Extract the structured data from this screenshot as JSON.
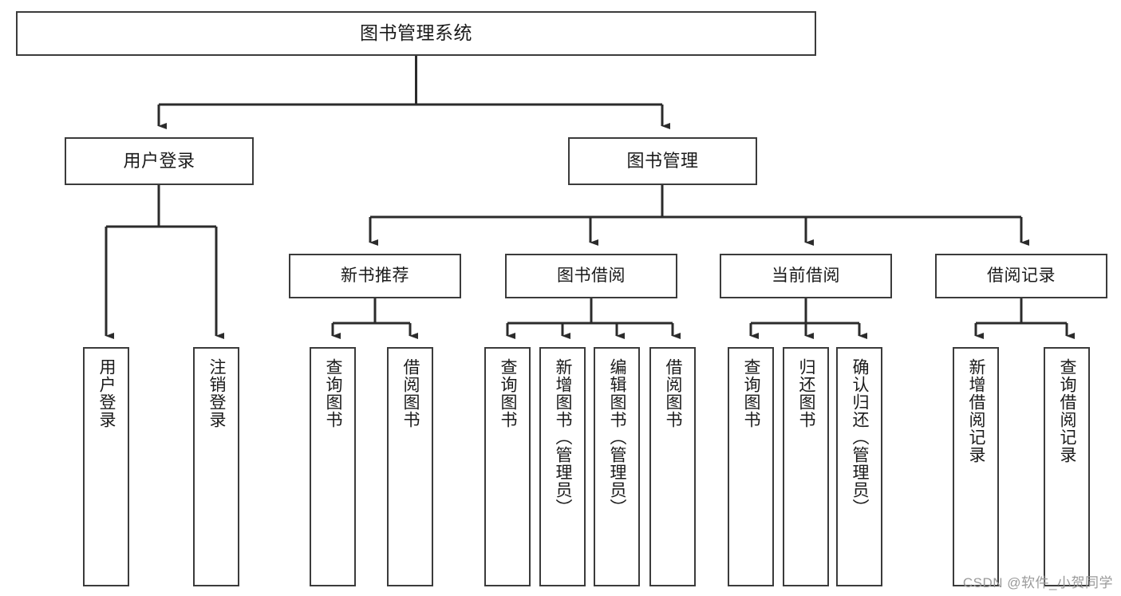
{
  "diagram": {
    "type": "tree-hierarchy-chart",
    "title": "图书管理系统",
    "colors": {
      "background": "#ffffff",
      "box_border": "#3b3b3b",
      "box_fill": "#ffffff",
      "connector": "#2b2b2b",
      "text": "#1a1a1a",
      "watermark": "#9a9a9a"
    },
    "root": {
      "label": "图书管理系统"
    },
    "level1": [
      {
        "label": "用户登录"
      },
      {
        "label": "图书管理"
      }
    ],
    "level2": [
      {
        "label": "新书推荐"
      },
      {
        "label": "图书借阅"
      },
      {
        "label": "当前借阅"
      },
      {
        "label": "借阅记录"
      }
    ],
    "leaves": {
      "user_login": [
        {
          "label": "用户登录"
        },
        {
          "label": "注销登录"
        }
      ],
      "new_book_recommend": [
        {
          "label": "查询图书"
        },
        {
          "label": "借阅图书"
        }
      ],
      "book_borrow": [
        {
          "label": "查询图书"
        },
        {
          "label": "新增图书（管理员）"
        },
        {
          "label": "编辑图书（管理员）"
        },
        {
          "label": "借阅图书"
        }
      ],
      "current_borrow": [
        {
          "label": "查询图书"
        },
        {
          "label": "归还图书"
        },
        {
          "label": "确认归还（管理员）"
        }
      ],
      "borrow_record": [
        {
          "label": "新增借阅记录"
        },
        {
          "label": "查询借阅记录"
        }
      ]
    }
  },
  "watermark": {
    "text": "CSDN @软件_小贺同学"
  }
}
